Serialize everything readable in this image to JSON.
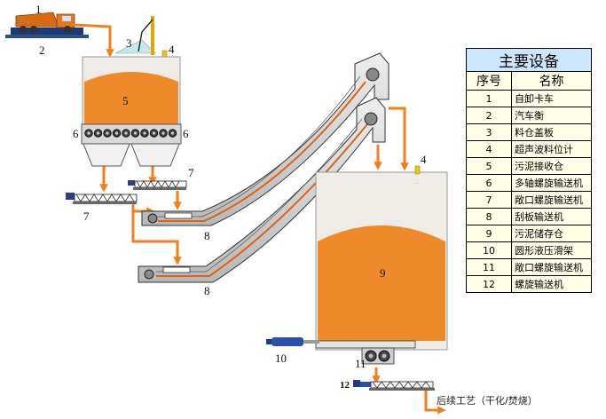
{
  "diagram": {
    "numbers": {
      "n1": "1",
      "n2": "2",
      "n3": "3",
      "n4a": "4",
      "n4b": "4",
      "n5": "5",
      "n6a": "6",
      "n6b": "6",
      "n7a": "7",
      "n7b": "7",
      "n8a": "8",
      "n8b": "8",
      "n9": "9",
      "n10": "10",
      "n11": "11",
      "n12": "12"
    },
    "next_process": "后续工艺（干化/焚烧）"
  },
  "legend": {
    "title": "主要设备",
    "col_no": "序号",
    "col_name": "名称",
    "rows": [
      {
        "no": "1",
        "name": "自卸卡车"
      },
      {
        "no": "2",
        "name": "汽车衡"
      },
      {
        "no": "3",
        "name": "料仓盖板"
      },
      {
        "no": "4",
        "name": "超声波料位计"
      },
      {
        "no": "5",
        "name": "污泥接收仓"
      },
      {
        "no": "6",
        "name": "多轴螺旋输送机"
      },
      {
        "no": "7",
        "name": "敞口螺旋输送机"
      },
      {
        "no": "8",
        "name": "刮板输送机"
      },
      {
        "no": "9",
        "name": "污泥储存仓"
      },
      {
        "no": "10",
        "name": "圆形液压滑架"
      },
      {
        "no": "11",
        "name": "敞口螺旋输送机"
      },
      {
        "no": "12",
        "name": "螺旋输送机"
      }
    ]
  },
  "colors": {
    "flow": "#f0801e",
    "sludge": "#ef8a2a",
    "bin": "#f0ece8",
    "legend_title_bg": "#cce6ff",
    "legend_bg": "#ffffe6"
  }
}
